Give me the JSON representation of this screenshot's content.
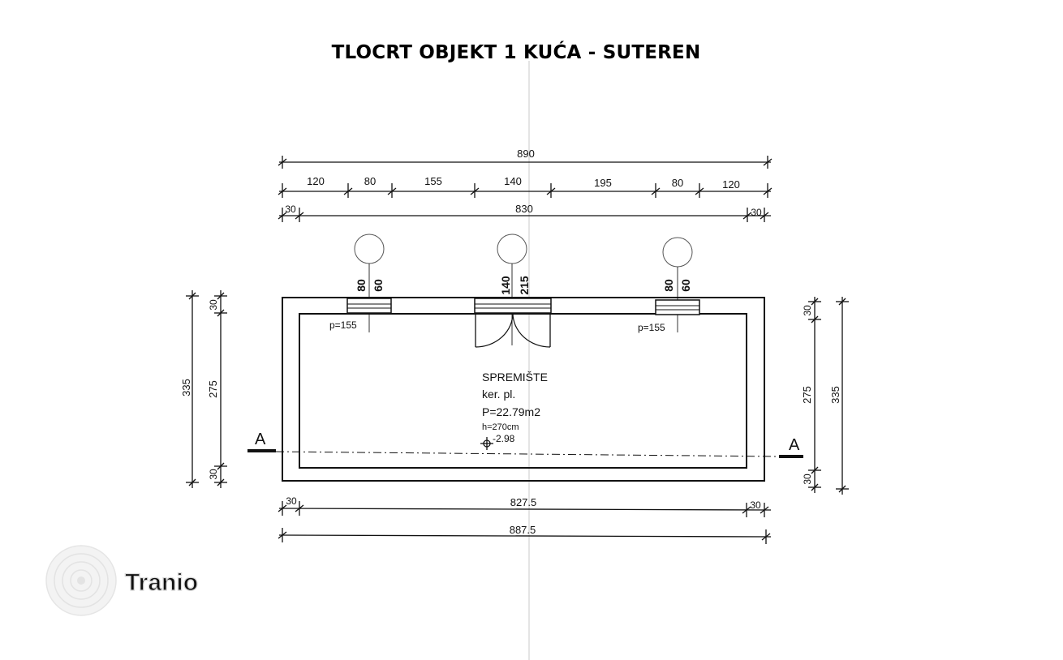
{
  "title": "TLOCRT OBJEKT 1 KUĆA - SUTEREN",
  "dimensions": {
    "top_total": "890",
    "top_segments": [
      "120",
      "80",
      "155",
      "140",
      "195",
      "80",
      "120"
    ],
    "top_inner_left": "30",
    "top_inner": "830",
    "top_inner_right": "30",
    "bottom_inner_left": "30",
    "bottom_inner": "827.5",
    "bottom_inner_right": "30",
    "bottom_total": "887.5",
    "left_total": "335",
    "left_top": "30",
    "left_mid": "275",
    "left_bottom": "30",
    "right_total": "335",
    "right_top": "30",
    "right_mid": "275",
    "right_bottom": "30"
  },
  "openings": {
    "window_left": {
      "width": "80",
      "height": "60",
      "sill": "p=155"
    },
    "door": {
      "width": "140",
      "height": "215"
    },
    "window_right": {
      "width": "80",
      "height": "60",
      "sill": "p=155"
    }
  },
  "room": {
    "name": "SPREMIŠTE",
    "floor": "ker. pl.",
    "area": "P=22.79m2",
    "height": "h=270cm",
    "level": "-2.98"
  },
  "section_marker": {
    "left": "A",
    "right": "A"
  },
  "watermark": {
    "text": "Tranio",
    "icon": "tranio-logo-icon"
  }
}
